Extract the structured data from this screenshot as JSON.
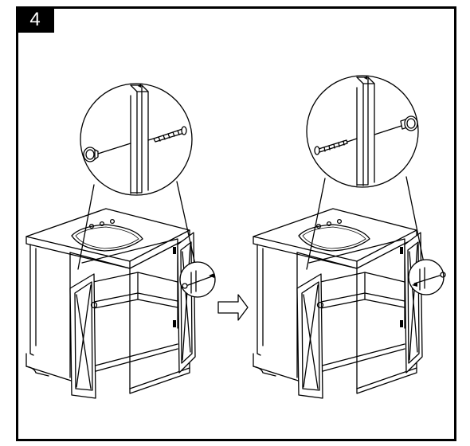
{
  "step": {
    "number": "4"
  },
  "figure": {
    "panels": [
      {
        "id": "before",
        "callout": "knob-outside-screw-inside"
      },
      {
        "id": "after",
        "callout": "knob-inside-screw-outside"
      }
    ],
    "transition": "arrow-right-icon"
  }
}
